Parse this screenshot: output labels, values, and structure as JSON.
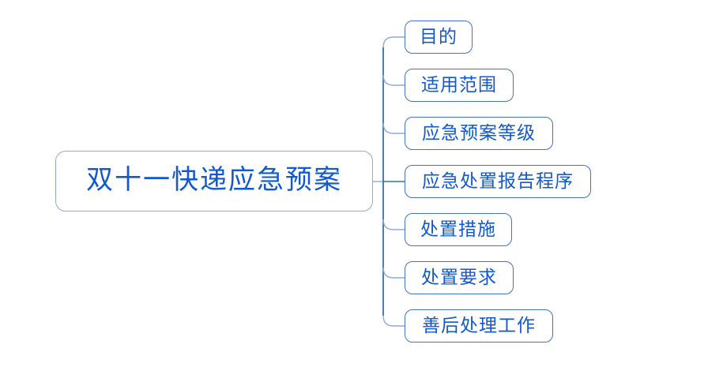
{
  "diagram": {
    "type": "mindmap",
    "root": {
      "label": "双十一快递应急预案"
    },
    "topics": [
      {
        "label": "目的"
      },
      {
        "label": "适用范围"
      },
      {
        "label": "应急预案等级"
      },
      {
        "label": "应急处置报告程序"
      },
      {
        "label": "处置措施"
      },
      {
        "label": "处置要求"
      },
      {
        "label": "善后处理工作"
      }
    ],
    "colors": {
      "root_border": "#8FAADC",
      "topic_border": "#4472C4",
      "connector": "#8FAADC",
      "trunk": "#3E6BB5",
      "text": "#1159CE",
      "background": "#FFFFFF"
    }
  }
}
